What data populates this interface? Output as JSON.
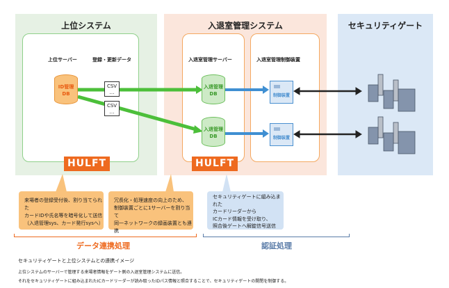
{
  "panels": {
    "upper": {
      "title": "上位システム",
      "server_label": "上位サーバー",
      "data_label": "登録・更新データ",
      "db_label": "ID管理\nDB",
      "csv_label": "CSV",
      "csv_dots": "…",
      "hulft": "HULFT"
    },
    "access": {
      "title": "入退室管理システム",
      "server_label": "入退室管理サーバー",
      "control_label": "入退室管理制御装置",
      "db_label": "入退管理\nDB",
      "control_device": "制御装置",
      "hulft": "HULFT"
    },
    "gate": {
      "title": "セキュリティゲート"
    }
  },
  "callouts": [
    {
      "lines": [
        "来場者の登録受付後、割り当てられた",
        "カードIDや氏名等を暗号化して送信",
        "（入退管理sys、カード発行sysへ）"
      ]
    },
    {
      "lines": [
        "冗長化・処理速度の向上のため、",
        "制御装置ごとに1サーバーを割り当て",
        "同一ネットワークの録画装置とも連携"
      ]
    },
    {
      "lines": [
        "セキュリティゲートに組み込まれた",
        "カードリーダーから",
        "ICカード情報を受け取り、",
        "照合後ゲートへ解錠信号送信"
      ]
    }
  ],
  "sections": {
    "data_link": "データ連携処理",
    "auth": "認証処理"
  },
  "caption": {
    "title": "セキュリティゲートと上位システムとの連携イメージ",
    "line1": "上位システムのサーバーで管理する来場者情報をゲート側の入退室管理システムに送信。",
    "line2": "それをセキュリティゲートに組み込まれたICカードリーダーが読み取ったIDパス情報と照合することで、セキュリティゲートの開閉を制御する。"
  },
  "colors": {
    "orange": "#ee6a1f",
    "green": "#4cbf3a",
    "blue": "#3f8fd2",
    "panel_green": "#e6f1e4",
    "panel_pink": "#fbe6dc",
    "panel_blue": "#dbe8f6",
    "bracket_blue": "#5a7ca8"
  }
}
